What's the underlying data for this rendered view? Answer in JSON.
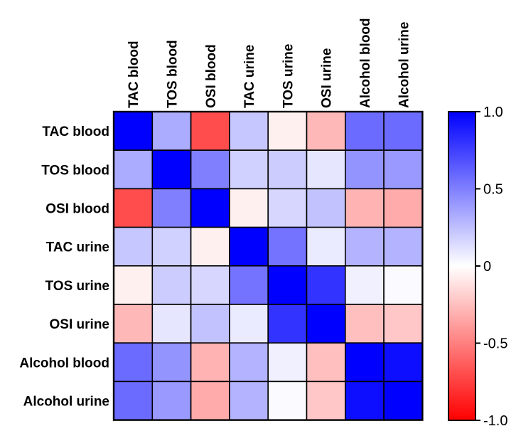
{
  "chart_data": {
    "type": "heatmap",
    "rows": [
      "TAC blood",
      "TOS blood",
      "OSI blood",
      "TAC urine",
      "TOS urine",
      "OSI urine",
      "Alcohol blood",
      "Alcohol urine"
    ],
    "columns": [
      "TAC blood",
      "TOS blood",
      "OSI blood",
      "TAC urine",
      "TOS urine",
      "OSI urine",
      "Alcohol blood",
      "Alcohol urine"
    ],
    "values": [
      [
        1.0,
        0.33,
        -0.7,
        0.22,
        -0.06,
        -0.28,
        0.58,
        0.58
      ],
      [
        0.33,
        1.0,
        0.5,
        0.18,
        0.2,
        0.1,
        0.42,
        0.4
      ],
      [
        -0.7,
        0.5,
        1.0,
        -0.06,
        0.16,
        0.24,
        -0.3,
        -0.33
      ],
      [
        0.22,
        0.18,
        -0.06,
        1.0,
        0.55,
        0.08,
        0.3,
        0.3
      ],
      [
        -0.06,
        0.2,
        0.16,
        0.55,
        1.0,
        0.8,
        0.06,
        0.02
      ],
      [
        -0.28,
        0.1,
        0.24,
        0.08,
        0.8,
        1.0,
        -0.25,
        -0.22
      ],
      [
        0.58,
        0.42,
        -0.3,
        0.3,
        0.06,
        -0.25,
        1.0,
        0.95
      ],
      [
        0.58,
        0.4,
        -0.33,
        0.3,
        0.02,
        -0.22,
        0.95,
        1.0
      ]
    ],
    "colorbar": {
      "range": [
        -1.0,
        1.0
      ],
      "ticks": [
        {
          "value": 1.0,
          "label": "1.0"
        },
        {
          "value": 0.5,
          "label": "0.5"
        },
        {
          "value": 0.0,
          "label": "0"
        },
        {
          "value": -0.5,
          "label": "-0.5"
        },
        {
          "value": -1.0,
          "label": "-1.0"
        }
      ],
      "colors": {
        "negative": "#ff0000",
        "zero": "#ffffff",
        "positive": "#0000ff"
      }
    }
  }
}
